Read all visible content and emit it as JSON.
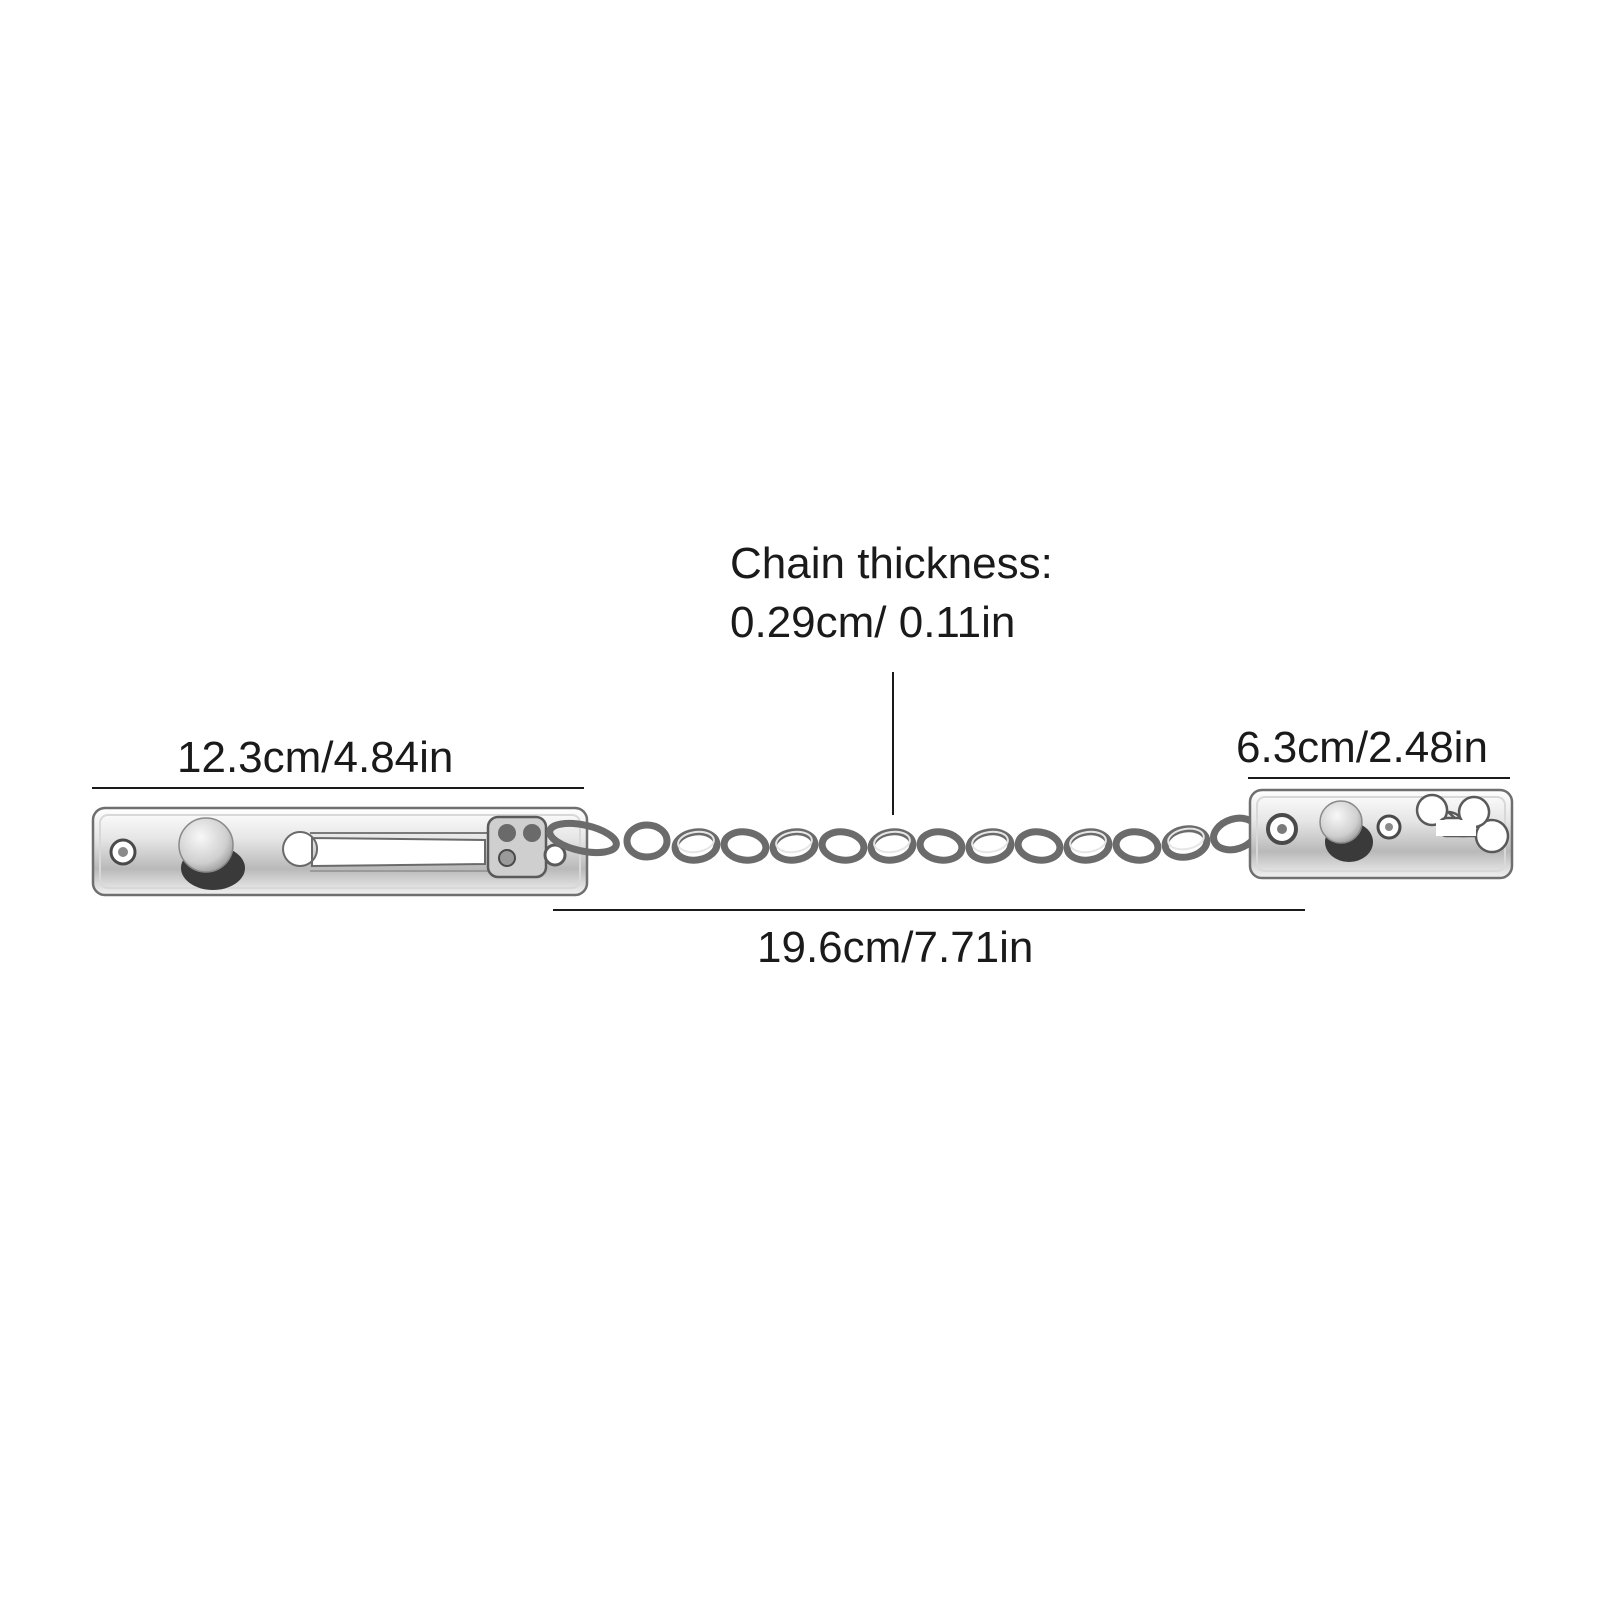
{
  "labels": {
    "chain_thickness_title": "Chain thickness:",
    "chain_thickness_value": "0.29cm/ 0.11in",
    "left_plate_length": "12.3cm/4.84in",
    "right_plate_length": "6.3cm/2.48in",
    "chain_length": "19.6cm/7.71in"
  },
  "colors": {
    "background": "#ffffff",
    "text": "#1a1a1a",
    "line": "#1a1a1a",
    "metal_light": "#f4f4f4",
    "metal_mid": "#c9c9c9",
    "metal_dark": "#5a5a5a"
  }
}
